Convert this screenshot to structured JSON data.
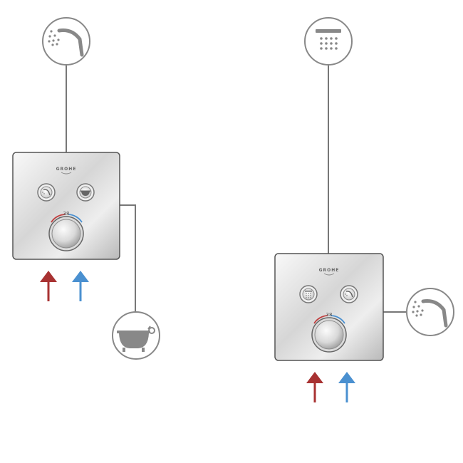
{
  "colors": {
    "line": "#777777",
    "icon": "#888888",
    "hot": "#a83232",
    "cold": "#4a90d0"
  },
  "left_unit": {
    "brand": "GROHE",
    "temperature": "38",
    "outlet_top_icon": "hand-shower-icon",
    "outlet_right_icon": "bathtub-icon",
    "button_left_icon": "hand-shower-icon",
    "button_right_icon": "bathtub-icon"
  },
  "right_unit": {
    "brand": "GROHE",
    "temperature": "38",
    "outlet_top_icon": "head-shower-icon",
    "outlet_right_icon": "hand-shower-icon",
    "button_left_icon": "head-shower-icon",
    "button_right_icon": "hand-shower-icon"
  }
}
